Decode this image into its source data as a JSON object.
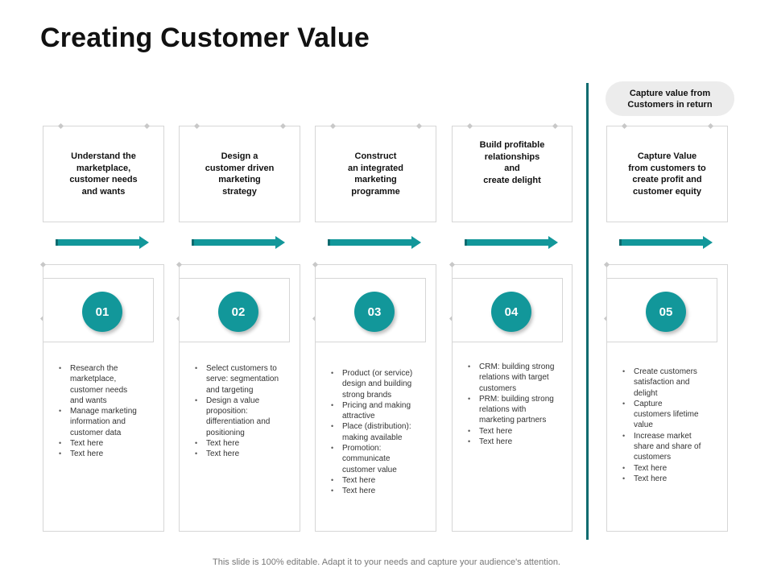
{
  "title": "Creating Customer Value",
  "capture_label": "Capture value from\nCustomers in return",
  "footer": "This slide is 100% editable. Adapt it to your needs and capture your audience's attention.",
  "accent_color": "#12979a",
  "divider_color": "#0d6b6f",
  "steps": [
    {
      "number": "01",
      "heading": "Understand the\nmarketplace,\ncustomer needs\nand wants",
      "bullets": [
        "Research the\nmarketplace,\ncustomer needs\nand wants",
        "Manage marketing\ninformation and\ncustomer data",
        "Text here",
        "Text here"
      ]
    },
    {
      "number": "02",
      "heading": "Design a\ncustomer driven\nmarketing\nstrategy",
      "bullets": [
        "Select customers to\nserve: segmentation\nand targeting",
        "Design a value\nproposition:\ndifferentiation and\npositioning",
        "Text here",
        "Text here"
      ]
    },
    {
      "number": "03",
      "heading": "Construct\nan integrated\nmarketing\nprogramme",
      "bullets": [
        "Product (or service)\ndesign and building\nstrong brands",
        "Pricing and making\nattractive",
        "Place (distribution):\nmaking available",
        "Promotion:\ncommunicate\ncustomer value",
        "Text here",
        "Text here"
      ]
    },
    {
      "number": "04",
      "heading": "Build profitable\nrelationships\nand\ncreate delight",
      "bullets": [
        "CRM: building strong\nrelations with target\ncustomers",
        "PRM: building strong\nrelations with\nmarketing partners",
        "Text here",
        "Text here"
      ]
    },
    {
      "number": "05",
      "heading": "Capture Value\nfrom customers to\ncreate profit and\ncustomer equity",
      "bullets": [
        "Create customers\nsatisfaction and\ndelight",
        "Capture\ncustomers lifetime\nvalue",
        "Increase market\nshare and share of\ncustomers",
        "Text here",
        "Text here"
      ]
    }
  ]
}
